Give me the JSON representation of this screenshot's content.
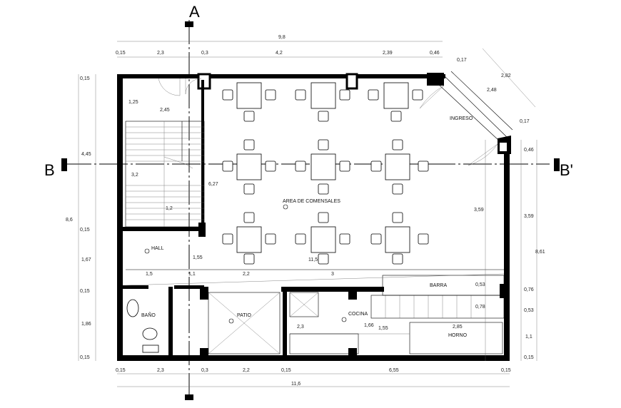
{
  "sections": {
    "a": "A",
    "b": "B",
    "b_prime": "B'"
  },
  "rooms": {
    "dining": "AREA DE COMENSALES",
    "hall": "HALL",
    "bathroom": "BAÑO",
    "patio": "PATIO",
    "kitchen": "COCINA",
    "bar": "BARRA",
    "oven": "HORNO",
    "entry": "INGRESO"
  },
  "dimensions": {
    "top_total": "9,8",
    "top_1": "0,15",
    "top_2": "2,3",
    "top_3": "0,3",
    "top_4": "4,2",
    "top_5": "2,39",
    "top_6": "0,46",
    "door_1": "0,17",
    "door_2": "2,82",
    "door_3": "2,48",
    "door_4": "0,17",
    "bottom_total": "11,6",
    "bottom_1": "0,15",
    "bottom_2": "2,3",
    "bottom_3": "0,3",
    "bottom_4": "2,2",
    "bottom_5": "0,15",
    "bottom_6": "6,55",
    "bottom_7": "0,15",
    "left_total": "8,6",
    "left_1": "0,15",
    "left_2": "4,45",
    "left_3": "0,15",
    "left_4": "1,67",
    "left_5": "0,15",
    "left_6": "1,86",
    "left_7": "0,15",
    "right_1": "0,46",
    "right_2": "3,59",
    "right_3": "3,59",
    "right_total": "8,61",
    "right_4": "0,76",
    "right_5": "0,53",
    "right_6": "0,78",
    "right_7": "1,1",
    "right_8": "0,15",
    "right_9": "0,53",
    "stair_1": "1,25",
    "stair_2": "2,45",
    "stair_3": "3,2",
    "stair_4": "6,27",
    "stair_5": "1,2",
    "hall_1": "1,55",
    "dining_1": "11,5",
    "mid_1": "1,5",
    "mid_2": "1,1",
    "mid_3": "2,2",
    "mid_4": "3",
    "kitchen_1": "2,3",
    "kitchen_2": "1,66",
    "kitchen_3": "1,55",
    "kitchen_4": "2,85"
  }
}
